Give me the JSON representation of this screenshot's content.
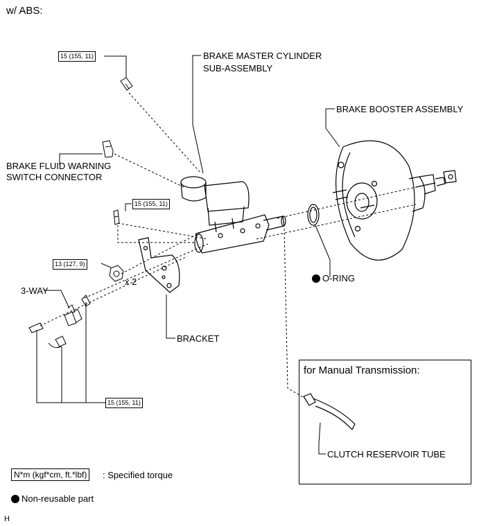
{
  "header": {
    "variant": "w/ ABS:"
  },
  "labels": {
    "master_cylinder_line1": "BRAKE MASTER CYLINDER",
    "master_cylinder_line2": "SUB-ASSEMBLY",
    "booster": "BRAKE BOOSTER ASSEMBLY",
    "warning_line1": "BRAKE FLUID WARNING",
    "warning_line2": "SWITCH CONNECTOR",
    "o_ring": "O-RING",
    "three_way": "3-WAY",
    "bracket": "BRACKET",
    "times_two": "x 2",
    "clutch_tube": "CLUTCH RESERVOIR TUBE"
  },
  "torques": {
    "top_fitting": "15 (155, 11)",
    "left_fitting": "15 (155, 11)",
    "nut": "13 (127, 9)",
    "lines": "15 (155, 11)"
  },
  "manual_transmission": {
    "title": "for Manual Transmission:"
  },
  "legend": {
    "torque_unit": "N*m (kgf*cm, ft.*lbf)",
    "torque_desc": ": Specified torque",
    "nonreusable": "Non-reusable part"
  },
  "footer": {
    "code": "H"
  }
}
